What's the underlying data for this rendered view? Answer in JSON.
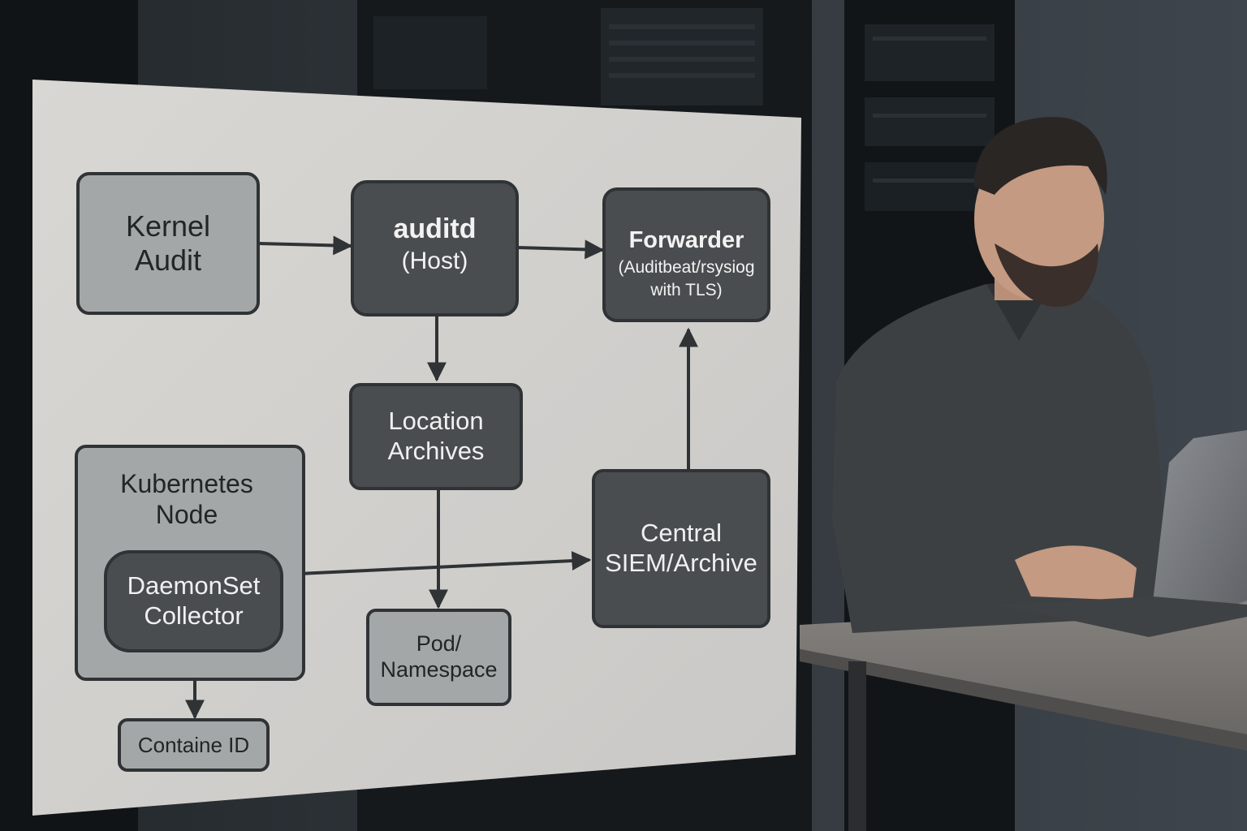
{
  "diagram": {
    "nodes": {
      "kernel_audit": "Kernel\nAudit",
      "auditd_title": "auditd",
      "auditd_sub": "(Host)",
      "forwarder_title": "Forwarder",
      "forwarder_sub": "(Auditbeat/rsysiog\nwith TLS)",
      "location_archives": "Location\nArchives",
      "kubernetes_node": "Kubernetes\nNode",
      "daemonset_collector": "DaemonSet\nCollector",
      "pod_namespace": "Pod/\nNamespace",
      "central_siem": "Central\nSIEM/Archive",
      "container_id": "Containe ID"
    }
  },
  "colors": {
    "board": "#d6d4d1",
    "box_light": "#a4a7a8",
    "box_dark": "#4a4d4f",
    "stroke": "#2f3335",
    "wall": "#3b4147",
    "shirt": "#3d4043",
    "desk": "#7c7a77"
  }
}
